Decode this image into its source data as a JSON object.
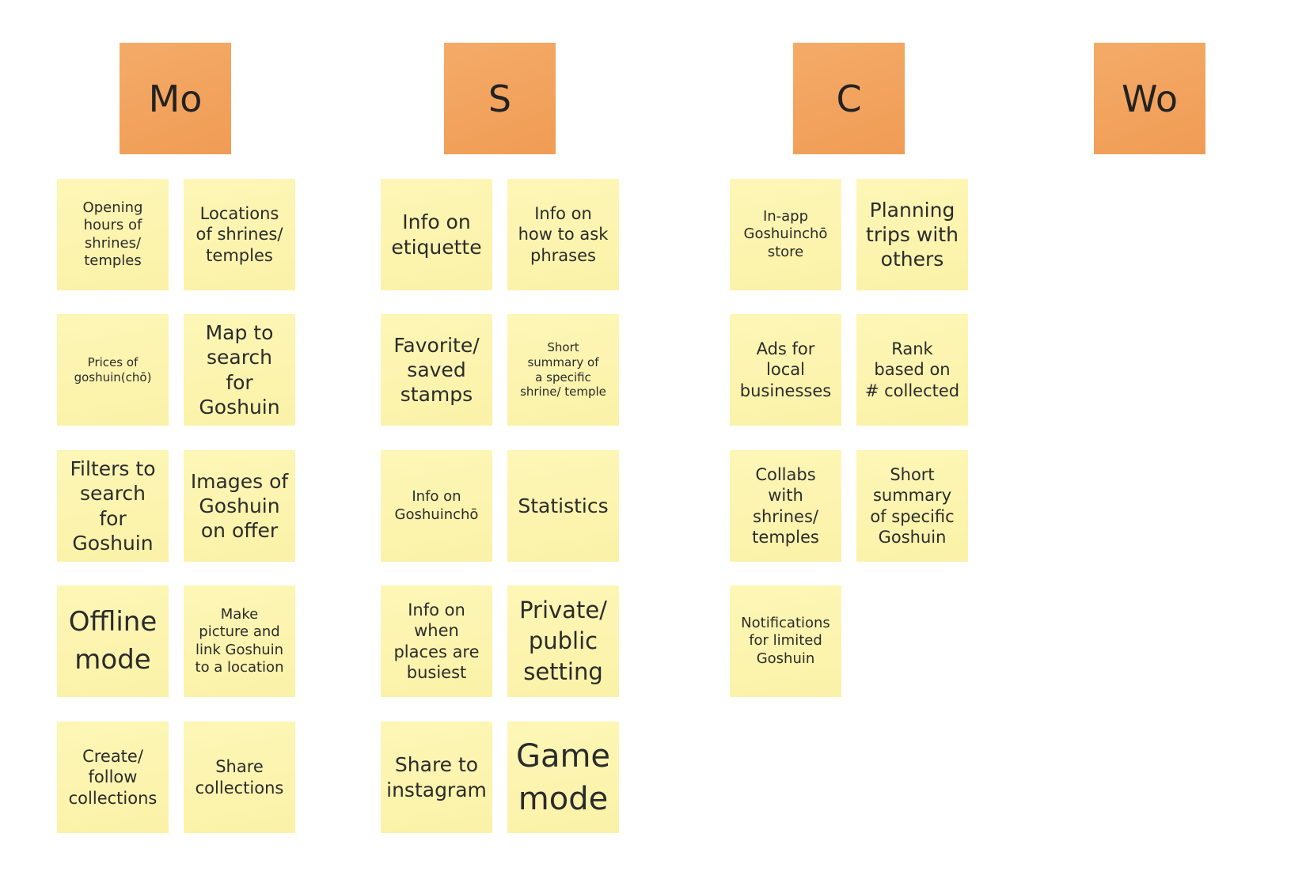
{
  "headers": {
    "mo": "Mo",
    "s": "S",
    "c": "C",
    "wo": "Wo"
  },
  "mo_cards": {
    "opening_hours": "Opening\nhours of\nshrines/\ntemples",
    "locations": "Locations\nof shrines/\ntemples",
    "prices": "Prices of\ngoshuin(chō)",
    "map_search": "Map to\nsearch for\nGoshuin",
    "filters": "Filters to\nsearch for\nGoshuin",
    "images": "Images of\nGoshuin\non offer",
    "offline": "Offline\nmode",
    "make_picture": "Make\npicture and\nlink Goshuin\nto a location",
    "create_follow": "Create/\nfollow\ncollections",
    "share_collections": "Share\ncollections"
  },
  "s_cards": {
    "etiquette": "Info on\netiquette",
    "ask_phrases": "Info on\nhow to ask\nphrases",
    "favorite_stamps": "Favorite/\nsaved\nstamps",
    "short_summary_shrine": "Short\nsummary of\na specific\nshrine/ temple",
    "info_goshuincho": "Info on\nGoshuinchō",
    "statistics": "Statistics",
    "busiest": "Info on\nwhen\nplaces are\nbusiest",
    "private_public": "Private/\npublic\nsetting",
    "share_instagram": "Share to\ninstagram",
    "game_mode": "Game\nmode"
  },
  "c_cards": {
    "inapp_store": "In-app\nGoshuinchō\nstore",
    "planning_trips": "Planning\ntrips with\nothers",
    "ads_local": "Ads for\nlocal\nbusinesses",
    "rank_collected": "Rank\nbased on\n# collected",
    "collabs": "Collabs\nwith\nshrines/\ntemples",
    "short_summary_goshuin": "Short\nsummary\nof specific\nGoshuin",
    "notifications": "Notifications\nfor limited\nGoshuin"
  }
}
